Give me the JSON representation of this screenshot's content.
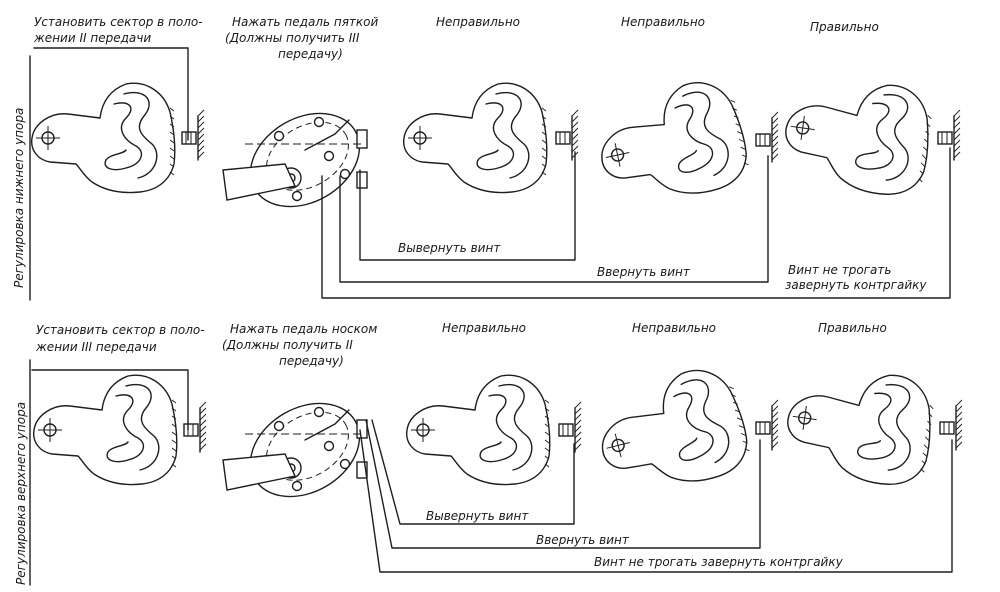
{
  "rows": [
    {
      "side_label": "Регулировка нижнего упора",
      "step1": [
        "Установить сектор в поло-",
        "жении II передачи"
      ],
      "step2": [
        "Нажать педаль пяткой",
        "(Должны получить III",
        "передачу)"
      ],
      "headers": [
        "Неправильно",
        "Неправильно",
        "Правильно"
      ],
      "actions": [
        "Вывернуть винт",
        "Ввернуть винт",
        "Винт не трогать",
        "завернуть контргайку"
      ]
    },
    {
      "side_label": "Регулировка верхнего упора",
      "step1": [
        "Установить сектор в поло-",
        "жении III передачи"
      ],
      "step2": [
        "Нажать педаль носком",
        "(Должны получить II",
        "передачу)"
      ],
      "headers": [
        "Неправильно",
        "Неправильно",
        "Правильно"
      ],
      "actions": [
        "Вывернуть винт",
        "Ввернуть винт",
        "Винт не трогать завернуть контргайку"
      ]
    }
  ],
  "icons": [
    "sector-icon",
    "pedal-assembly-icon",
    "adjusting-screw-icon",
    "stop-wall-icon"
  ]
}
